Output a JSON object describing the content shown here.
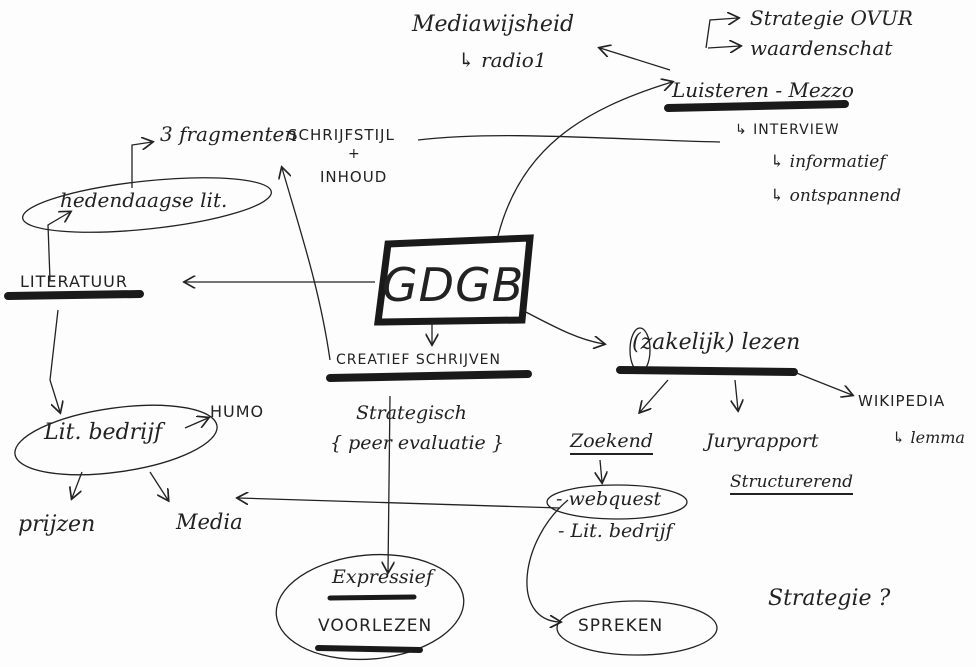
{
  "center": {
    "text": "GDGB"
  },
  "nodes": {
    "literatuur": "LITERATUUR",
    "hedendaagse": "hedendaagse lit.",
    "fragmenten": "3 fragmenten",
    "schrijfstijl": "SCHRIJFSTIJL",
    "plus": "+",
    "inhoud": "INHOUD",
    "mediawijsheid": "Mediawijsheid",
    "radio1": "↳ radio1",
    "strategie_ovur": "Strategie OVUR",
    "waardenschat": "waardenschat",
    "luisteren": "Luisteren - Mezzo",
    "interview": "↳ INTERVIEW",
    "informatief": "↳ informatief",
    "ontspannend": "↳ ontspannend",
    "lit_bedrijf": "Lit. bedrijf",
    "humo": "HUMO",
    "prijzen": "prijzen",
    "media": "Media",
    "creatief": "CREATIEF SCHRIJVEN",
    "strategisch": "Strategisch",
    "peer": "{ peer evaluatie }",
    "expressief": "Expressief",
    "voorlezen": "VOORLEZEN",
    "zakelijk": "(zakelijk) lezen",
    "wikipedia": "WIKIPEDIA",
    "lemma": "↳ lemma",
    "zoekend": "Zoekend",
    "juryrapport": "Juryrapport",
    "structurerend": "Structurerend",
    "webquest": "- webquest",
    "lit_bedrijf2": "- Lit. bedrijf",
    "spreken": "SPREKEN",
    "strategie_q": "Strategie ?"
  },
  "colors": {
    "ink": "#222222",
    "marker": "#1a1a1a",
    "paper": "#fdfdfd"
  }
}
